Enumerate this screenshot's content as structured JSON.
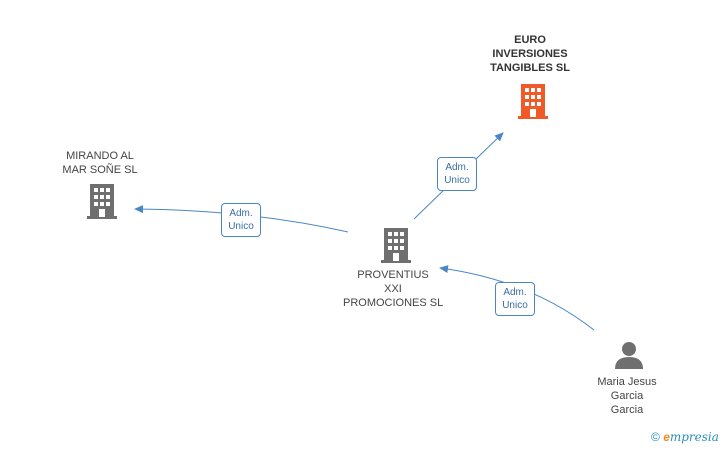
{
  "colors": {
    "edge": "#4a86c5",
    "building": "#6f6f6f",
    "building_highlight": "#f05a28",
    "person": "#6f6f6f"
  },
  "nodes": {
    "euro_inversiones": {
      "label_lines": [
        "EURO",
        "INVERSIONES",
        "TANGIBLES SL"
      ],
      "icon": "building-icon"
    },
    "mirando_al_mar": {
      "label_lines": [
        "MIRANDO AL",
        "MAR SOÑE SL"
      ],
      "icon": "building-icon"
    },
    "proventius": {
      "label_lines": [
        "PROVENTIUS",
        "XXI",
        "PROMOCIONES SL"
      ],
      "icon": "building-icon"
    },
    "maria_jesus": {
      "label_lines": [
        "Maria Jesus",
        "Garcia",
        "Garcia"
      ],
      "icon": "person-icon"
    }
  },
  "edges": [
    {
      "from": "proventius",
      "to": "euro_inversiones",
      "label_lines": [
        "Adm.",
        "Unico"
      ]
    },
    {
      "from": "proventius",
      "to": "mirando_al_mar",
      "label_lines": [
        "Adm.",
        "Unico"
      ]
    },
    {
      "from": "maria_jesus",
      "to": "proventius",
      "label_lines": [
        "Adm.",
        "Unico"
      ]
    }
  ],
  "footer": {
    "copyright_symbol": "©",
    "brand_initial": "e",
    "brand_rest": "mpresia"
  }
}
